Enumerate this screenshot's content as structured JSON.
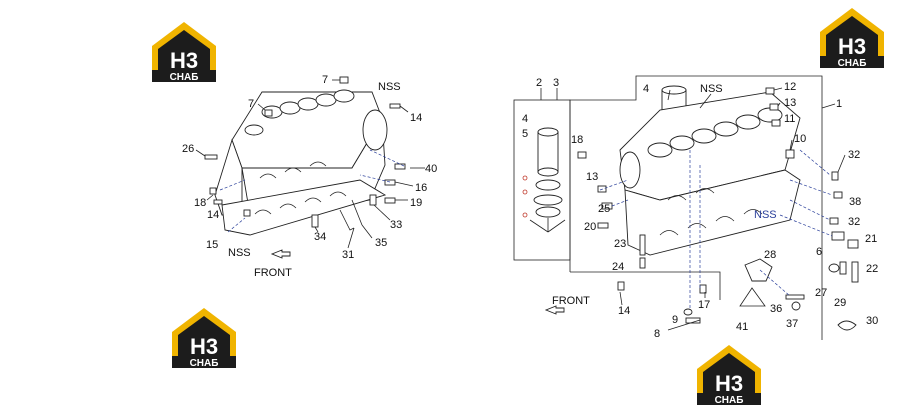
{
  "logos": [
    {
      "text_big": "H3",
      "text_small": "СНАБ"
    },
    {
      "text_big": "H3",
      "text_small": "СНАБ"
    },
    {
      "text_big": "H3",
      "text_small": "СНАБ"
    },
    {
      "text_big": "H3",
      "text_small": "СНАБ"
    }
  ],
  "left_diagram": {
    "labels": {
      "n7a": "7",
      "n7b": "7",
      "nss_top": "NSS",
      "n14a": "14",
      "n26": "26",
      "n40": "40",
      "n16": "16",
      "n18": "18",
      "n14b": "14",
      "n19": "19",
      "n33": "33",
      "n34": "34",
      "n35": "35",
      "n15": "15",
      "nss_bottom": "NSS",
      "n31": "31",
      "front": "FRONT"
    }
  },
  "right_diagram": {
    "labels": {
      "n2": "2",
      "n3": "3",
      "n4a": "4",
      "n4b": "4",
      "n5": "5",
      "nss_top": "NSS",
      "n12": "12",
      "n13a": "13",
      "n1": "1",
      "n11": "11",
      "n10": "10",
      "n18": "18",
      "n32a": "32",
      "n13b": "13",
      "n25": "25",
      "n38": "38",
      "nss_blue": "NSS",
      "n32b": "32",
      "n20": "20",
      "n23": "23",
      "n6": "6",
      "n21": "21",
      "n28": "28",
      "n24": "24",
      "n22": "22",
      "n27": "27",
      "n29": "29",
      "front": "FRONT",
      "n17": "17",
      "n14": "14",
      "n36": "36",
      "n9": "9",
      "n8": "8",
      "n37": "37",
      "n41": "41",
      "n30": "30"
    }
  },
  "colors": {
    "logo_dark": "#1c1c1c",
    "logo_gold": "#f0b400",
    "accent_blue": "#2a3f9a"
  }
}
